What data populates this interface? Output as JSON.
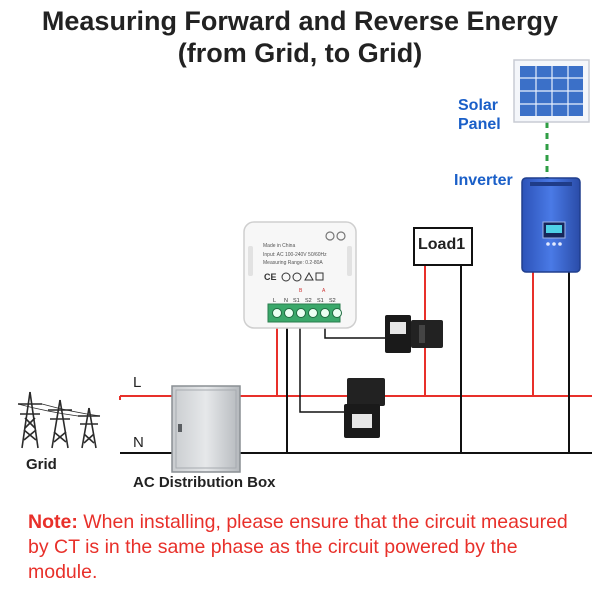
{
  "title": {
    "line1": "Measuring  Forward and Reverse Energy",
    "line2": "(from Grid, to Grid)"
  },
  "labels": {
    "solar_panel_line1": "Solar",
    "solar_panel_line2": "Panel",
    "inverter": "Inverter",
    "load": "Load1",
    "line_l": "L",
    "line_n": "N",
    "grid": "Grid",
    "distribution_box": "AC Distribution Box"
  },
  "module": {
    "made_in": "Made in China",
    "input": "Input: AC 100-240V 50/60Hz",
    "range": "Measuring Range: 0.2-80A",
    "terminals": [
      "L",
      "N",
      "S1",
      "S2",
      "S1",
      "S2"
    ],
    "channel_a": "A",
    "channel_b": "B"
  },
  "note": {
    "prefix": "Note:",
    "text": " When installing, please ensure that the circuit measured by CT is in the same phase as the circuit powered by the module."
  },
  "colors": {
    "live_wire": "#e8302a",
    "neutral_wire": "#111111",
    "solar_link": "#2f9e44",
    "label_blue": "#1a5fc8",
    "inverter_body": "#3b67d6",
    "note": "#e8302a",
    "terminal_green": "#3aa86a"
  }
}
